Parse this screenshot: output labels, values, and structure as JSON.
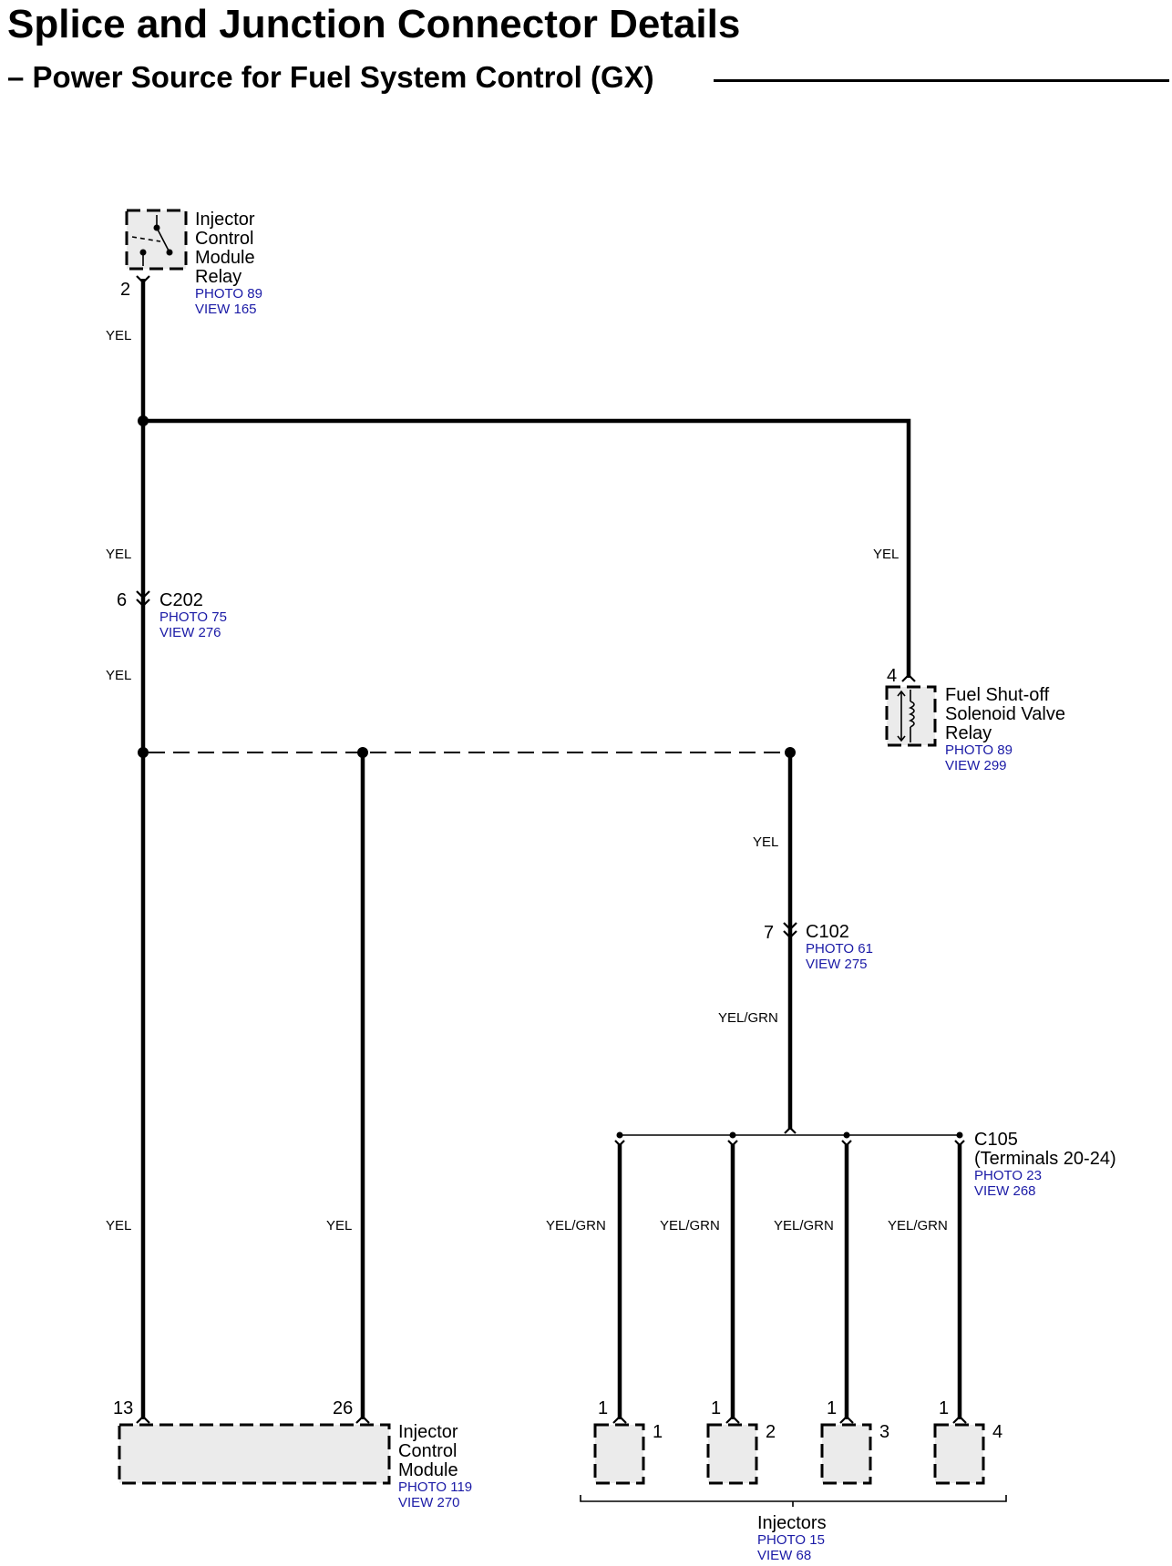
{
  "header": {
    "title": "Splice and Junction Connector Details",
    "subtitle": "– Power Source for Fuel System Control (GX)"
  },
  "colors": {
    "wire": "#000000",
    "reference_text": "#1a1aa6",
    "component_fill": "#ebebeb"
  },
  "components": {
    "icm_relay": {
      "name_lines": [
        "Injector",
        "Control",
        "Module",
        "Relay"
      ],
      "photo": "PHOTO 89",
      "view": "VIEW 165",
      "pin": "2"
    },
    "fuel_relay": {
      "name_lines": [
        "Fuel Shut-off",
        "Solenoid Valve",
        "Relay"
      ],
      "photo": "PHOTO 89",
      "view": "VIEW 299",
      "pin": "4"
    },
    "icm": {
      "name_lines": [
        "Injector",
        "Control",
        "Module"
      ],
      "photo": "PHOTO 119",
      "view": "VIEW 270",
      "pin_left": "13",
      "pin_right": "26"
    },
    "injectors": {
      "name": "Injectors",
      "photo": "PHOTO 15",
      "view": "VIEW 68",
      "items": [
        {
          "pin": "1",
          "number": "1"
        },
        {
          "pin": "1",
          "number": "2"
        },
        {
          "pin": "1",
          "number": "3"
        },
        {
          "pin": "1",
          "number": "4"
        }
      ]
    }
  },
  "connectors": {
    "c202": {
      "name": "C202",
      "pin": "6",
      "photo": "PHOTO 75",
      "view": "VIEW 276"
    },
    "c102": {
      "name": "C102",
      "pin": "7",
      "photo": "PHOTO 61",
      "view": "VIEW 275"
    },
    "c105": {
      "name": "C105",
      "detail": "(Terminals 20-24)",
      "photo": "PHOTO 23",
      "view": "VIEW 268"
    }
  },
  "wire_labels": {
    "relay_out": "YEL",
    "trunk_upper": "YEL",
    "fuel_branch": "YEL",
    "trunk_lower": "YEL",
    "c102_in": "YEL",
    "c102_out": "YEL/GRN",
    "icm_13": "YEL",
    "icm_26": "YEL",
    "inj_1": "YEL/GRN",
    "inj_2": "YEL/GRN",
    "inj_3": "YEL/GRN",
    "inj_4": "YEL/GRN"
  }
}
